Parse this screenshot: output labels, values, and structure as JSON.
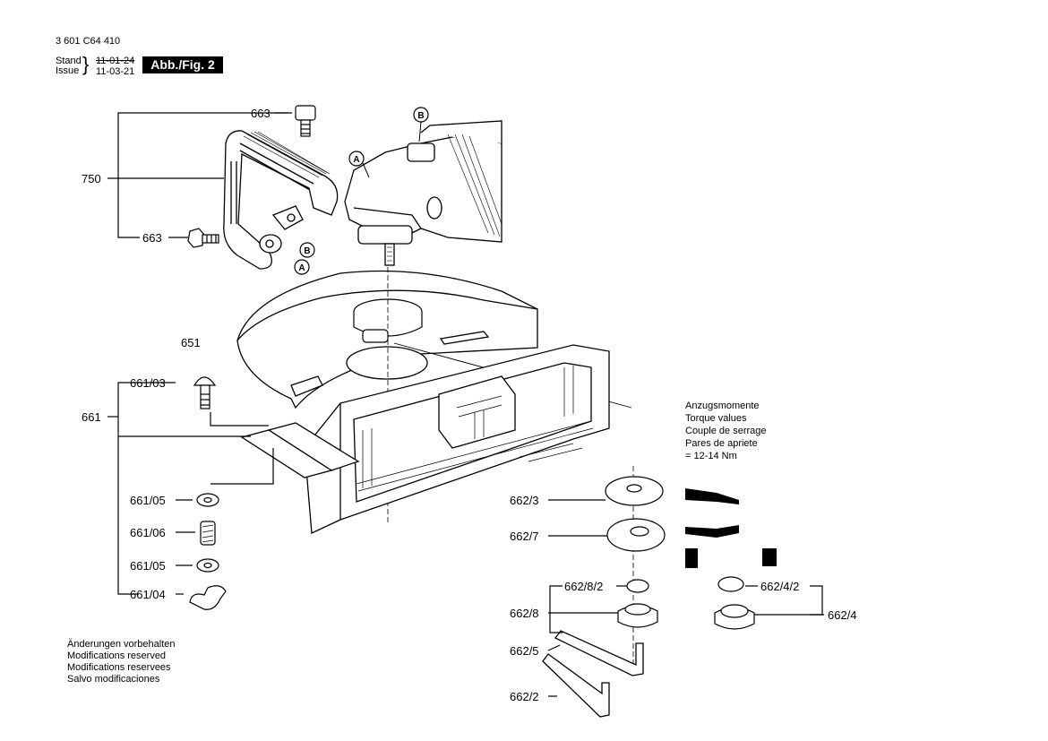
{
  "header": {
    "part_number": "3 601 C64 410",
    "stand_label": "Stand",
    "issue_label": "Issue",
    "stand_date": "11-01-24",
    "issue_date": "11-03-21",
    "figure": "Abb./Fig. 2"
  },
  "callouts": {
    "c663_top": "663",
    "c750": "750",
    "c663_left": "663",
    "c651": "651",
    "c661_03": "661/03",
    "c661": "661",
    "c661_05a": "661/05",
    "c661_06": "661/06",
    "c661_05b": "661/05",
    "c661_04": "661/04",
    "c662_3": "662/3",
    "c662_7": "662/7",
    "c662_8_2": "662/8/2",
    "c662_8": "662/8",
    "c662_5": "662/5",
    "c662_2": "662/2",
    "c662_4_2": "662/4/2",
    "c662_4": "662/4"
  },
  "markers": {
    "a": "A",
    "b": "B"
  },
  "torque": {
    "line1": "Anzugsmomente",
    "line2": "Torque values",
    "line3": "Couple de serrage",
    "line4": "Pares de apriete",
    "line5": "= 12-14 Nm"
  },
  "notice": {
    "de": "Änderungen vorbehalten",
    "en": "Modifications reserved",
    "fr": "Modifications reservees",
    "es": "Salvo modificaciones"
  }
}
